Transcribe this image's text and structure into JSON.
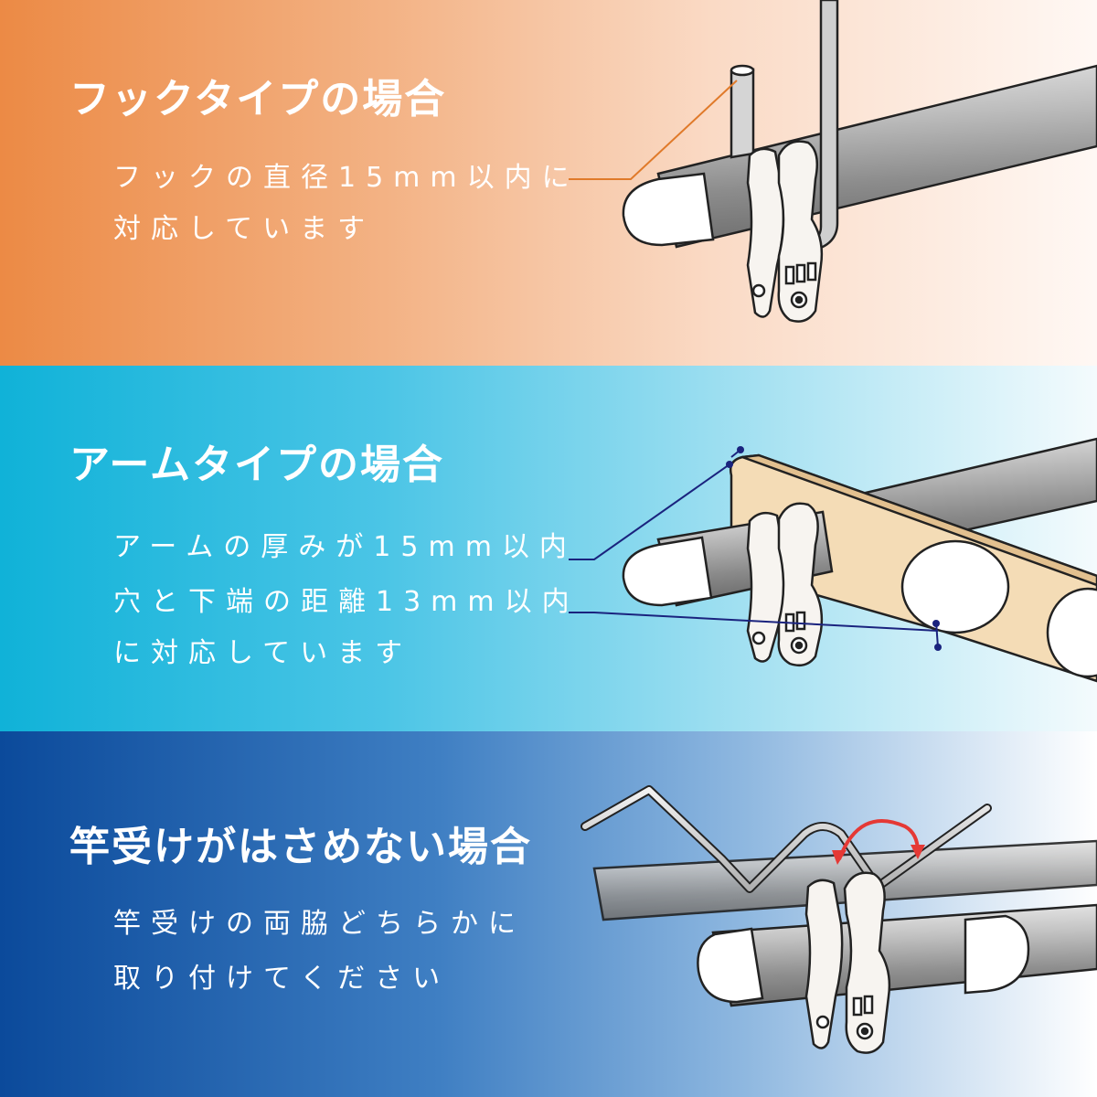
{
  "sections": [
    {
      "title": "フックタイプの場合",
      "lines": [
        "フックの直径15mm以内に",
        "対応しています"
      ]
    },
    {
      "title": "アームタイプの場合",
      "lines": [
        "アームの厚みが15mm以内",
        "穴と下端の距離13mm以内",
        "に対応しています"
      ]
    },
    {
      "title": "竿受けがはさめない場合",
      "lines": [
        "竿受けの両脇どちらかに",
        "取り付けてください"
      ]
    }
  ],
  "colors": {
    "hook_panel": "#ec8a45",
    "arm_panel": "#10b2d8",
    "pole_panel": "#0b4a9b",
    "callout_orange": "#e07a2a",
    "callout_navy": "#1a237e",
    "arrow_red": "#e53935"
  }
}
